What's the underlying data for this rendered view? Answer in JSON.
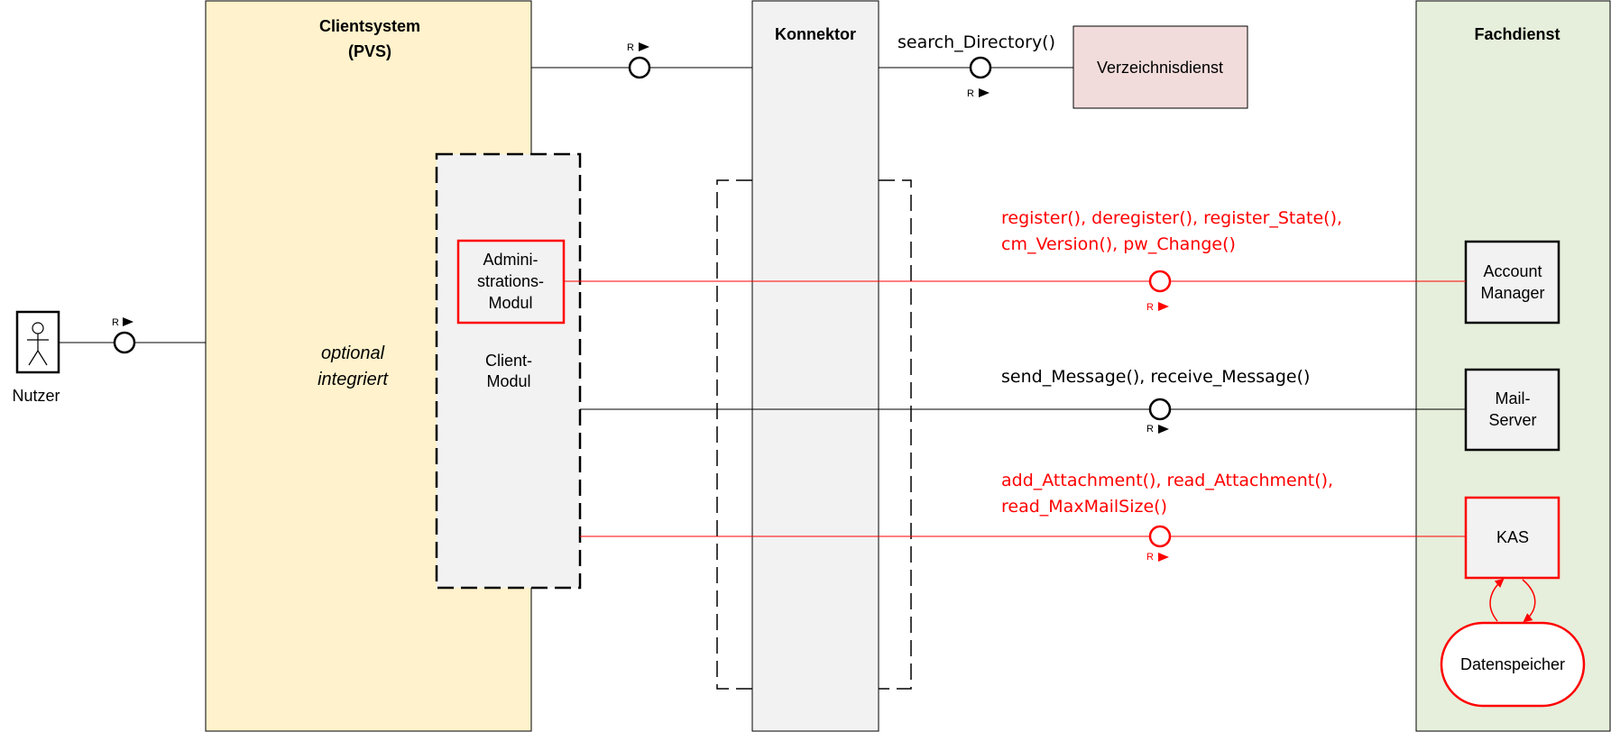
{
  "colors": {
    "clientsystem_fill": "#FFF2CC",
    "fachdienst_fill": "#E6EFDB",
    "grey_box": "#F2F2F2",
    "verzeichnis_fill": "#F2DCDB",
    "accent_red": "#FF0000",
    "line": "#000000"
  },
  "nutzer": {
    "label": "Nutzer"
  },
  "clientsystem": {
    "title_line1": "Clientsystem",
    "title_line2": "(PVS)",
    "note_line1": "optional",
    "note_line2": "integriert"
  },
  "client_modul": {
    "label_line1": "Client-",
    "label_line2": "Modul"
  },
  "admin_modul": {
    "label_line1": "Admini-",
    "label_line2": "strations-",
    "label_line3": "Modul"
  },
  "konnektor": {
    "title": "Konnektor"
  },
  "verzeichnisdienst": {
    "label": "Verzeichnisdienst",
    "operation": "search_Directory()"
  },
  "fachdienst": {
    "title": "Fachdienst",
    "account_manager_line1": "Account",
    "account_manager_line2": "Manager",
    "mail_server_line1": "Mail-",
    "mail_server_line2": "Server",
    "kas": "KAS",
    "datenspeicher": "Datenspeicher"
  },
  "interfaces": {
    "r_tag": "R",
    "account_ops_line1": "register(), deregister(), register_State(),",
    "account_ops_line2": "cm_Version(), pw_Change()",
    "mail_ops": "send_Message(), receive_Message()",
    "kas_ops_line1": "add_Attachment(), read_Attachment(),",
    "kas_ops_line2": "read_MaxMailSize()"
  }
}
